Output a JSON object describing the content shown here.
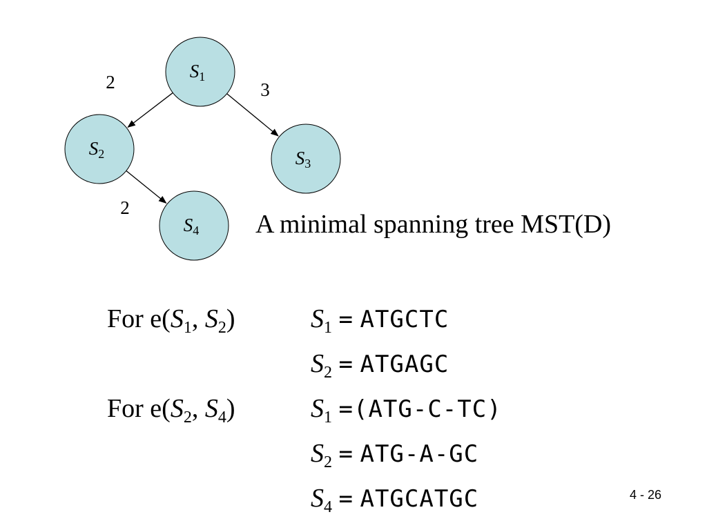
{
  "tree": {
    "nodes": [
      {
        "id": "S1",
        "name": "S",
        "sub": "1"
      },
      {
        "id": "S2",
        "name": "S",
        "sub": "2"
      },
      {
        "id": "S3",
        "name": "S",
        "sub": "3"
      },
      {
        "id": "S4",
        "name": "S",
        "sub": "4"
      }
    ],
    "edges": [
      {
        "from": "S1",
        "to": "S2",
        "weight": "2"
      },
      {
        "from": "S1",
        "to": "S3",
        "weight": "3"
      },
      {
        "from": "S2",
        "to": "S4",
        "weight": "2"
      }
    ],
    "node_fill": "#B9DFE3",
    "node_stroke": "#000000"
  },
  "caption": "A minimal spanning tree MST(D)",
  "alignments": [
    {
      "label_prefix": "For e(",
      "a_name": "S",
      "a_sub": "1",
      "sep": ",",
      "b_name": "S",
      "b_sub": "2",
      "label_suffix": ")",
      "rows": [
        {
          "name": "S",
          "sub": "1",
          "eq": "=",
          "value": "ATGCTC"
        },
        {
          "name": "S",
          "sub": "2",
          "eq": "=",
          "value": "ATGAGC"
        }
      ]
    },
    {
      "label_prefix": "For e(",
      "a_name": "S",
      "a_sub": "2",
      "sep": ",",
      "b_name": "S",
      "b_sub": "4",
      "label_suffix": ")",
      "rows": [
        {
          "name": "S",
          "sub": "1",
          "eq": "=",
          "value": "(ATG-C-TC)"
        },
        {
          "name": "S",
          "sub": "2",
          "eq": "=",
          "value": "ATG-A-GC"
        },
        {
          "name": "S",
          "sub": "4",
          "eq": "=",
          "value": "ATGCATGC"
        }
      ]
    }
  ],
  "slide_number": "4 - 26"
}
